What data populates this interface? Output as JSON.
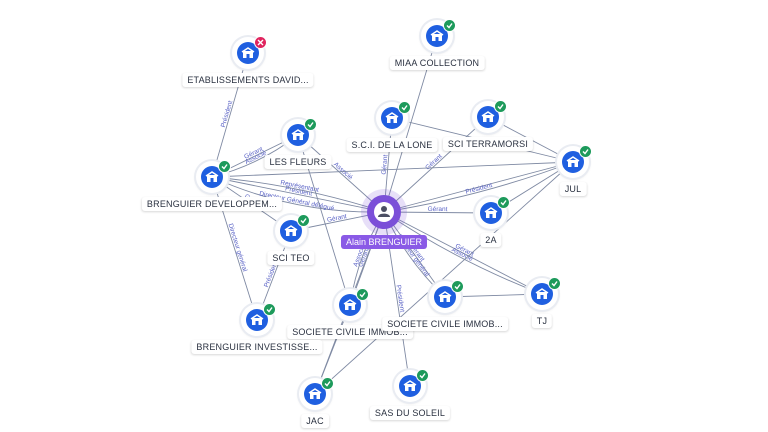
{
  "center": {
    "label": "Alain BRENGUIER",
    "icon": "person-icon"
  },
  "colors": {
    "company": "#1f5fe0",
    "person": "#7b4fd8",
    "active": "#1d9a5b",
    "inactive": "#e0245e",
    "edge": "#7f8aa3"
  },
  "companies": [
    {
      "id": "etab",
      "label": "ETABLISSEMENTS DAVID...",
      "status": "inactive"
    },
    {
      "id": "miaa",
      "label": "MIAA COLLECTION",
      "status": "active"
    },
    {
      "id": "lesfleurs",
      "label": "LES FLEURS",
      "status": "active"
    },
    {
      "id": "sci_lone",
      "label": "S.C.I. DE LA LONE",
      "status": "active"
    },
    {
      "id": "terramorsi",
      "label": "SCI TERRAMORSI",
      "status": "active"
    },
    {
      "id": "jul",
      "label": "JUL",
      "status": "active"
    },
    {
      "id": "brenguier_dev",
      "label": "BRENGUIER DEVELOPPEM...",
      "status": "active"
    },
    {
      "id": "scite",
      "label": "SCI TEO",
      "status": "active"
    },
    {
      "id": "2a",
      "label": "2A",
      "status": "active"
    },
    {
      "id": "tj",
      "label": "TJ",
      "status": "active"
    },
    {
      "id": "sc_immob_left",
      "label": "SOCIETE CIVILE IMMOB...",
      "status": "active"
    },
    {
      "id": "sc_immob_right",
      "label": "SOCIETE CIVILE IMMOB...",
      "status": "active"
    },
    {
      "id": "brenguier_inv",
      "label": "BRENGUIER INVESTISSE...",
      "status": "active"
    },
    {
      "id": "jac",
      "label": "JAC",
      "status": "active"
    },
    {
      "id": "sas_soleil",
      "label": "SAS DU SOLEIL",
      "status": "active"
    }
  ],
  "edges": [
    {
      "from": "brenguier_dev",
      "to": "etab",
      "label": "Président"
    },
    {
      "from": "brenguier_dev",
      "to": "lesfleurs",
      "label": "Gérant"
    },
    {
      "from": "brenguier_dev",
      "to": "lesfleurs",
      "label": "Associé"
    },
    {
      "from": "center",
      "to": "lesfleurs",
      "label": "Associé"
    },
    {
      "from": "center",
      "to": "miaa",
      "label": ""
    },
    {
      "from": "center",
      "to": "sci_lone",
      "label": "Gérant"
    },
    {
      "from": "center",
      "to": "terramorsi",
      "label": "Gérant"
    },
    {
      "from": "center",
      "to": "jul",
      "label": ""
    },
    {
      "from": "center",
      "to": "jul",
      "label": "Président"
    },
    {
      "from": "center",
      "to": "brenguier_dev",
      "label": "Président"
    },
    {
      "from": "center",
      "to": "brenguier_dev",
      "label": "Représentant"
    },
    {
      "from": "center",
      "to": "brenguier_dev",
      "label": "Directeur Général délégué"
    },
    {
      "from": "center",
      "to": "scite",
      "label": "Gérant"
    },
    {
      "from": "center",
      "to": "2a",
      "label": "Gérant"
    },
    {
      "from": "center",
      "to": "tj",
      "label": "Gérant"
    },
    {
      "from": "center",
      "to": "tj",
      "label": "Associé"
    },
    {
      "from": "center",
      "to": "sc_immob_left",
      "label": "Gérant"
    },
    {
      "from": "center",
      "to": "sc_immob_left",
      "label": "Associé"
    },
    {
      "from": "center",
      "to": "sc_immob_right",
      "label": "Gérant"
    },
    {
      "from": "center",
      "to": "sc_immob_right",
      "label": "Directeur général"
    },
    {
      "from": "center",
      "to": "sas_soleil",
      "label": "Président"
    },
    {
      "from": "center",
      "to": "jac",
      "label": ""
    },
    {
      "from": "brenguier_dev",
      "to": "scite",
      "label": "Gérant"
    },
    {
      "from": "brenguier_dev",
      "to": "brenguier_inv",
      "label": "Directeur général"
    },
    {
      "from": "brenguier_inv",
      "to": "scite",
      "label": "Président"
    },
    {
      "from": "brenguier_dev",
      "to": "jul",
      "label": ""
    },
    {
      "from": "jac",
      "to": "sc_immob_left",
      "label": ""
    },
    {
      "from": "jac",
      "to": "jul",
      "label": ""
    },
    {
      "from": "2a",
      "to": "jul",
      "label": ""
    },
    {
      "from": "terramorsi",
      "to": "jul",
      "label": ""
    },
    {
      "from": "sci_lone",
      "to": "jul",
      "label": ""
    },
    {
      "from": "lesfleurs",
      "to": "sc_immob_left",
      "label": ""
    },
    {
      "from": "sc_immob_right",
      "to": "tj",
      "label": ""
    }
  ]
}
